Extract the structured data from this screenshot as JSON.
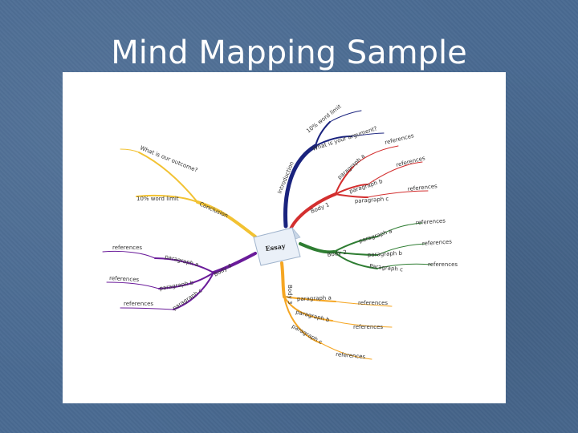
{
  "slide": {
    "title": "Mind Mapping Sample"
  },
  "mindmap": {
    "center": "Essay",
    "colors": {
      "introduction": "#1a237e",
      "body1": "#d32f2f",
      "body2": "#2e7d32",
      "body3": "#f5a623",
      "body4": "#6a1b9a",
      "conclusion": "#f2c232"
    },
    "introduction": {
      "label": "Introduction",
      "word_limit": "10% word limit",
      "argument": "What is your argument?"
    },
    "body1": {
      "label": "Body 1",
      "paragraph_a": "paragraph a",
      "paragraph_b": "paragraph b",
      "paragraph_c": "paragraph c",
      "ref_a": "references",
      "ref_b": "references",
      "ref_c": "references"
    },
    "body2": {
      "label": "Body 2",
      "paragraph_a": "paragraph a",
      "paragraph_b": "paragraph b",
      "paragraph_c": "Paragraph c",
      "ref_a": "references",
      "ref_b": "references",
      "ref_c": "references"
    },
    "body3": {
      "label": "Body 3",
      "paragraph_a": "paragraph a",
      "paragraph_b": "paragraph b",
      "paragraph_c": "paragraph c",
      "ref_a": "references",
      "ref_b": "references",
      "ref_c": "references"
    },
    "body4": {
      "label": "Body 4",
      "paragraph_a": "paragraph a",
      "paragraph_b": "paragraph b",
      "paragraph_c": "paragraph c",
      "ref_a": "references",
      "ref_b": "references",
      "ref_c": "references"
    },
    "conclusion": {
      "label": "Conclusion",
      "word_limit": "10% word limit",
      "outcome": "What is our outcome?"
    }
  }
}
